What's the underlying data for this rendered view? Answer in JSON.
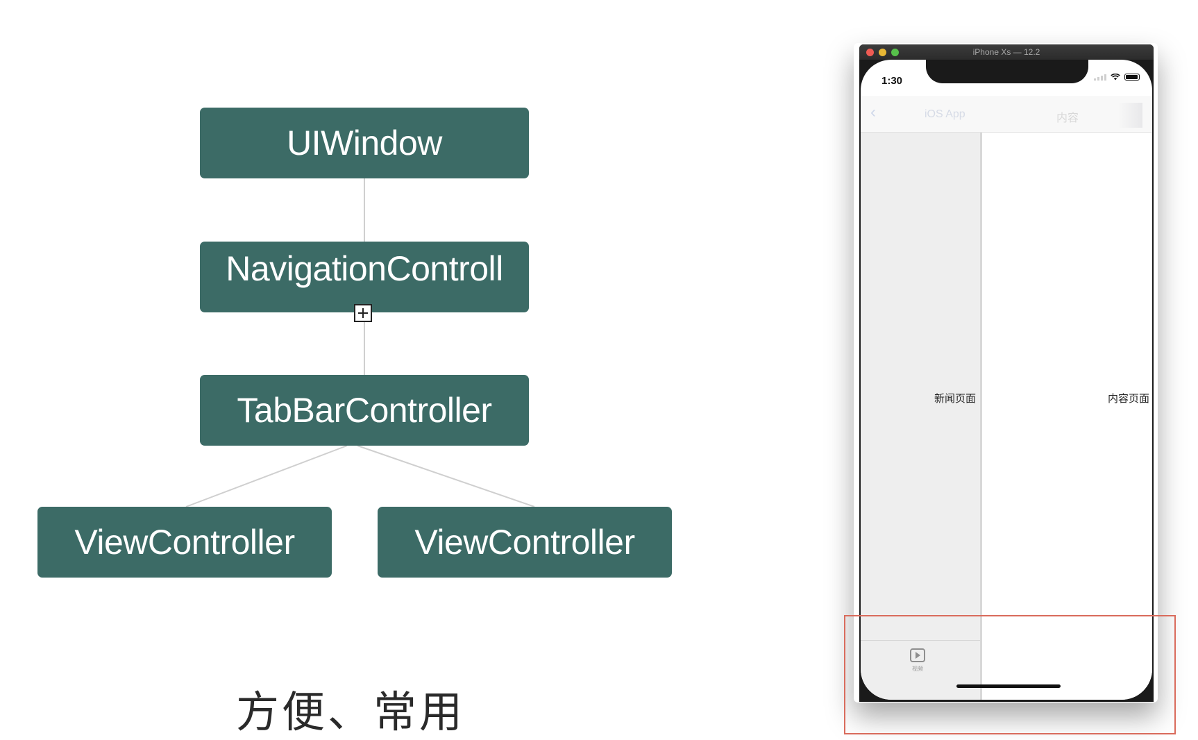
{
  "diagram": {
    "nodes": {
      "window": "UIWindow",
      "navigation": "NavigationControll",
      "tabbar": "TabBarController",
      "viewcontroller_left": "ViewController",
      "viewcontroller_right": "ViewController"
    },
    "caption": "方便、常用",
    "node_color": "#3c6b66"
  },
  "simulator": {
    "window_title": "iPhone Xs — 12.2",
    "status_time": "1:30",
    "navbar": {
      "back_icon": "chevron-left-icon",
      "title": "iOS App",
      "content_label": "内容",
      "share_icon": "share-icon"
    },
    "left_pane_label": "新闻页面",
    "right_pane_label": "内容页面",
    "tab_item_label": "视频",
    "tab_item_icon": "video-play-icon",
    "highlight_color": "#d96b5c"
  }
}
